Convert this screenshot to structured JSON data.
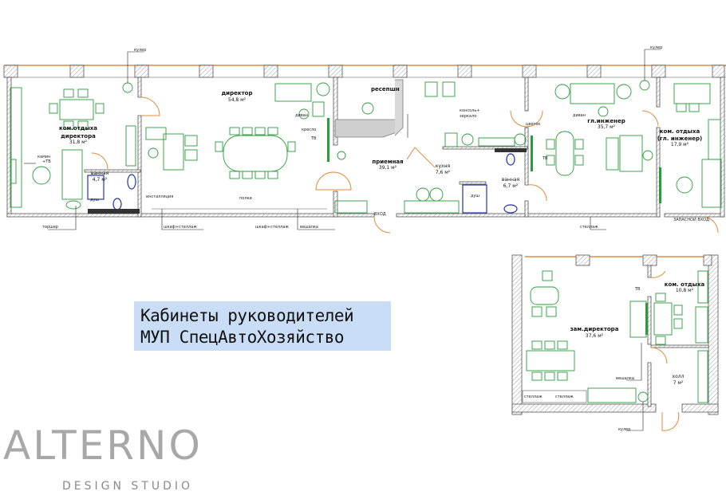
{
  "title": {
    "line1": "Кабинеты руководителей",
    "line2": "МУП СпецАвтоХозяйство",
    "background": "#c9def6"
  },
  "logo": {
    "name": "ALTERNO",
    "subtitle": "DESIGN STUDIO"
  },
  "colors": {
    "furniture": "#2a9d3a",
    "doors": "#e08a3c",
    "plumbing": "#2233aa",
    "walls": "#555555"
  },
  "plan_main": {
    "rooms": [
      {
        "name": "ком.отдыха",
        "name2": "директора",
        "area": "31,8 м²"
      },
      {
        "name": "директор",
        "area": "54,8 м²"
      },
      {
        "name": "ресепшн"
      },
      {
        "name": "приемная",
        "area": "39,1 м²"
      },
      {
        "name": "кухня",
        "area": "7,6 м²"
      },
      {
        "name": "ванная",
        "area": "6,7 м²"
      },
      {
        "name": "ванная",
        "area": "4,7 м²"
      },
      {
        "name": "гл.инженер",
        "area": "35,7 м²"
      },
      {
        "name": "ком. отдыха",
        "name2": "(гл. инженер)",
        "area": "17,9 м²"
      }
    ],
    "annotations": {
      "cooler1": "кулер",
      "cooler2": "кулер",
      "fireplace": "камин",
      "fireplace2": "+ТВ",
      "shower1": "душ",
      "shower2": "душ",
      "installation": "инсталляция",
      "shelves": "полки",
      "floor_lamp": "торшер",
      "wardrobe1": "шкаф+стеллаж",
      "wardrobe2": "шкаф+стеллаж",
      "hanger": "вешалка",
      "sofa1": "диван",
      "armchair": "кресло",
      "tv1": "ТВ",
      "console1": "консоль+",
      "console2": "зеркало",
      "flower": "цветок",
      "sofa2": "диван",
      "tv2": "ТВ",
      "entrance": "ВХОД",
      "emergency_exit": "ЗАПАСНОЙ ВХОД",
      "rack": "стеллаж"
    }
  },
  "plan_second": {
    "rooms": [
      {
        "name": "зам.директора",
        "area": "37,6 м²"
      },
      {
        "name": "ком. отдыха",
        "area": "10,8 м²"
      },
      {
        "name": "холл",
        "area": "7 м²"
      }
    ],
    "annotations": {
      "tv": "ТВ",
      "hanger": "вешалка",
      "rack1": "стеллаж",
      "rack2": "стеллаж",
      "cooler": "кулер"
    }
  }
}
